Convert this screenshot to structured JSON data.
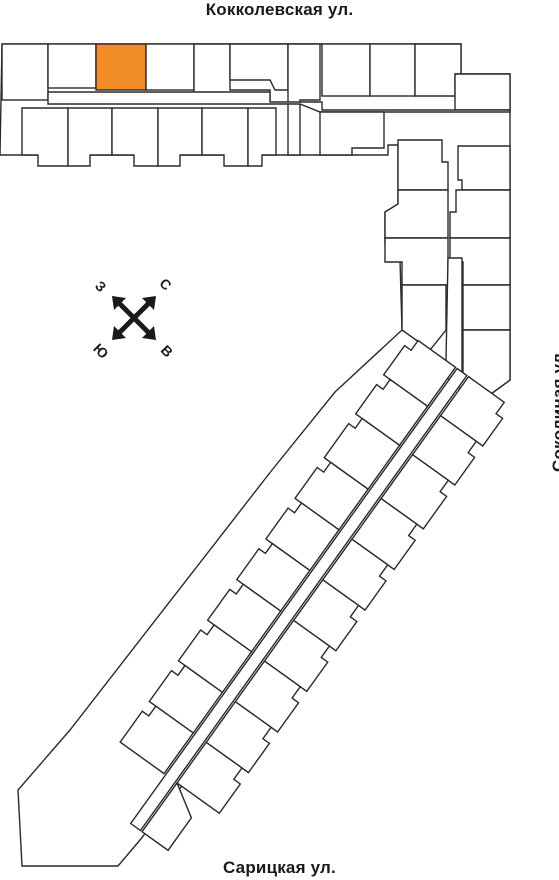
{
  "streets": {
    "top": "Кокколевская ул.",
    "right": "Соколиная ул.",
    "bottom": "Сарицкая ул."
  },
  "compass": {
    "north": "С",
    "east": "В",
    "south": "Ю",
    "west": "З"
  },
  "colors": {
    "selected_unit": "#f28c28",
    "wall": "#2a2a2a",
    "background": "#ffffff"
  }
}
